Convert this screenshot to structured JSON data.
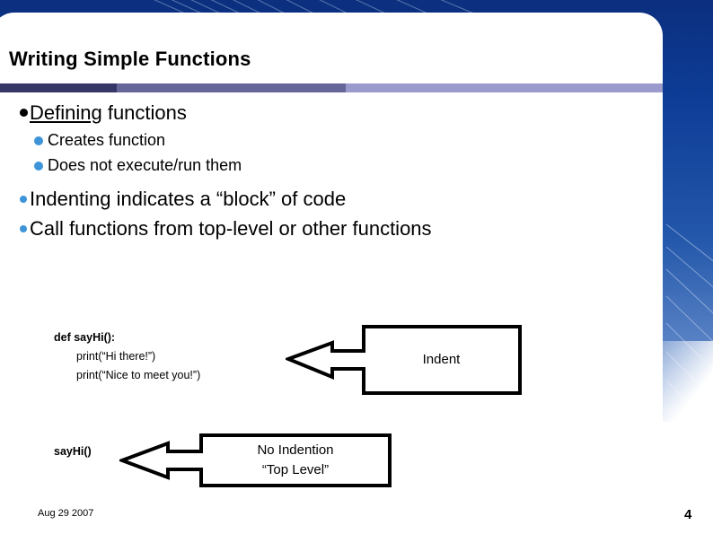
{
  "slide": {
    "title": "Writing Simple Functions",
    "rule_colors": [
      "#363667",
      "#666699",
      "#9a9acd"
    ],
    "accent_blue": "#3d94d9",
    "background_blue": "#0d3c96"
  },
  "bullets": [
    {
      "level": 1,
      "bullet": "black-dot",
      "text_underlined": "Defining",
      "text_rest": " functions"
    },
    {
      "level": 2,
      "bullet": "blue-dot-large",
      "text": "Creates function"
    },
    {
      "level": 2,
      "bullet": "blue-dot-large",
      "text": "Does not execute/run them"
    },
    {
      "level": 1,
      "bullet": "blue-dot-small",
      "text": "Indenting indicates a “block” of code"
    },
    {
      "level": 1,
      "bullet": "blue-dot-small",
      "text": "Call functions from top-level or other functions"
    }
  ],
  "code_block": {
    "lines": [
      "def sayHi():",
      "print(“Hi there!”)",
      "print(“Nice to meet you!”)"
    ]
  },
  "call_label": "sayHi()",
  "callouts": [
    {
      "id": "indent",
      "label": "Indent"
    },
    {
      "id": "toplevel",
      "line1": "No Indention",
      "line2": "“Top Level”"
    }
  ],
  "footer": {
    "date": "Aug 29 2007",
    "page_number": "4"
  }
}
